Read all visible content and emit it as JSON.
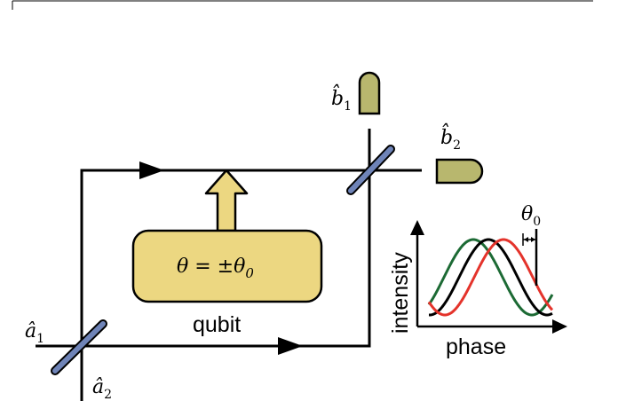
{
  "labels": {
    "a1": "â",
    "a1_sub": "1",
    "a2": "â",
    "a2_sub": "2",
    "b1": "b̂",
    "b1_sub": "1",
    "b2": "b̂",
    "b2_sub": "2",
    "theta_eq": "θ = ±θ",
    "theta_eq_sub": "0",
    "qubit": "qubit",
    "theta0": "θ",
    "theta0_sub": "0",
    "ylabel": "intensity",
    "xlabel": "phase"
  },
  "colors": {
    "splitter": "#6f84b8",
    "detector": "#b8b76e",
    "qubit_box": "#ecd781",
    "arrow_fill": "#ecd781",
    "curve_black": "#000000",
    "curve_green": "#1c6a34",
    "curve_red": "#e4332b"
  },
  "chart_data": {
    "type": "line",
    "xlabel": "phase",
    "ylabel": "intensity",
    "series": [
      {
        "color": "green",
        "phase_shift": -1
      },
      {
        "color": "black",
        "phase_shift": 0
      },
      {
        "color": "red",
        "phase_shift": 1
      }
    ]
  }
}
